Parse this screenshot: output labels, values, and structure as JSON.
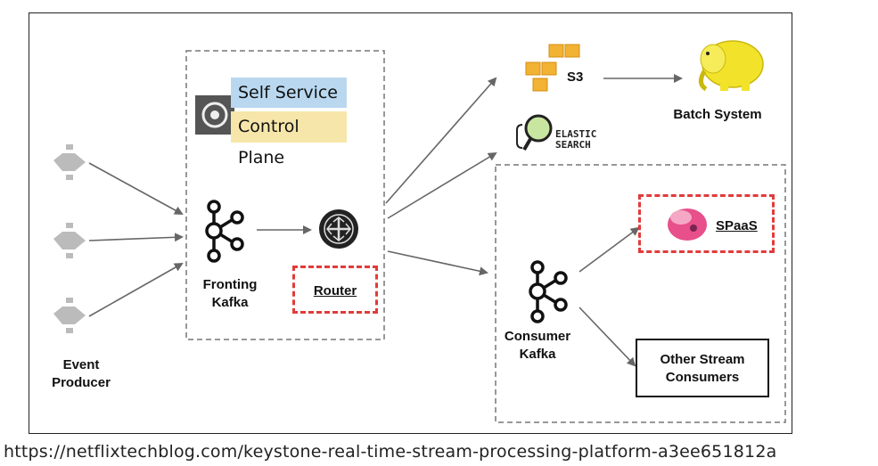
{
  "diagram": {
    "event_producer": "Event\nProducer",
    "fronting_kafka": "Fronting\nKafka",
    "self_service_ui": "Self Service UI",
    "control_plane": "Control Plane",
    "router": "Router",
    "s3": "S3",
    "batch_system": "Batch System",
    "elastic_search": "ELASTIC\nSEARCH",
    "consumer_kafka": "Consumer\nKafka",
    "spaas": "SPaaS",
    "other_stream_consumers": "Other Stream\nConsumers"
  },
  "caption": {
    "url": "https://netflixtechblog.com/keystone-real-time-stream-processing-platform-a3ee651812a"
  },
  "colors": {
    "router_border": "#e23b3b",
    "self_service_ui_bg": "#b9d8ef",
    "control_plane_bg": "#f6e6a9",
    "hadoop_yellow": "#f2e32a",
    "s3_orange": "#f2b233",
    "spaas_pink": "#e7508a"
  }
}
